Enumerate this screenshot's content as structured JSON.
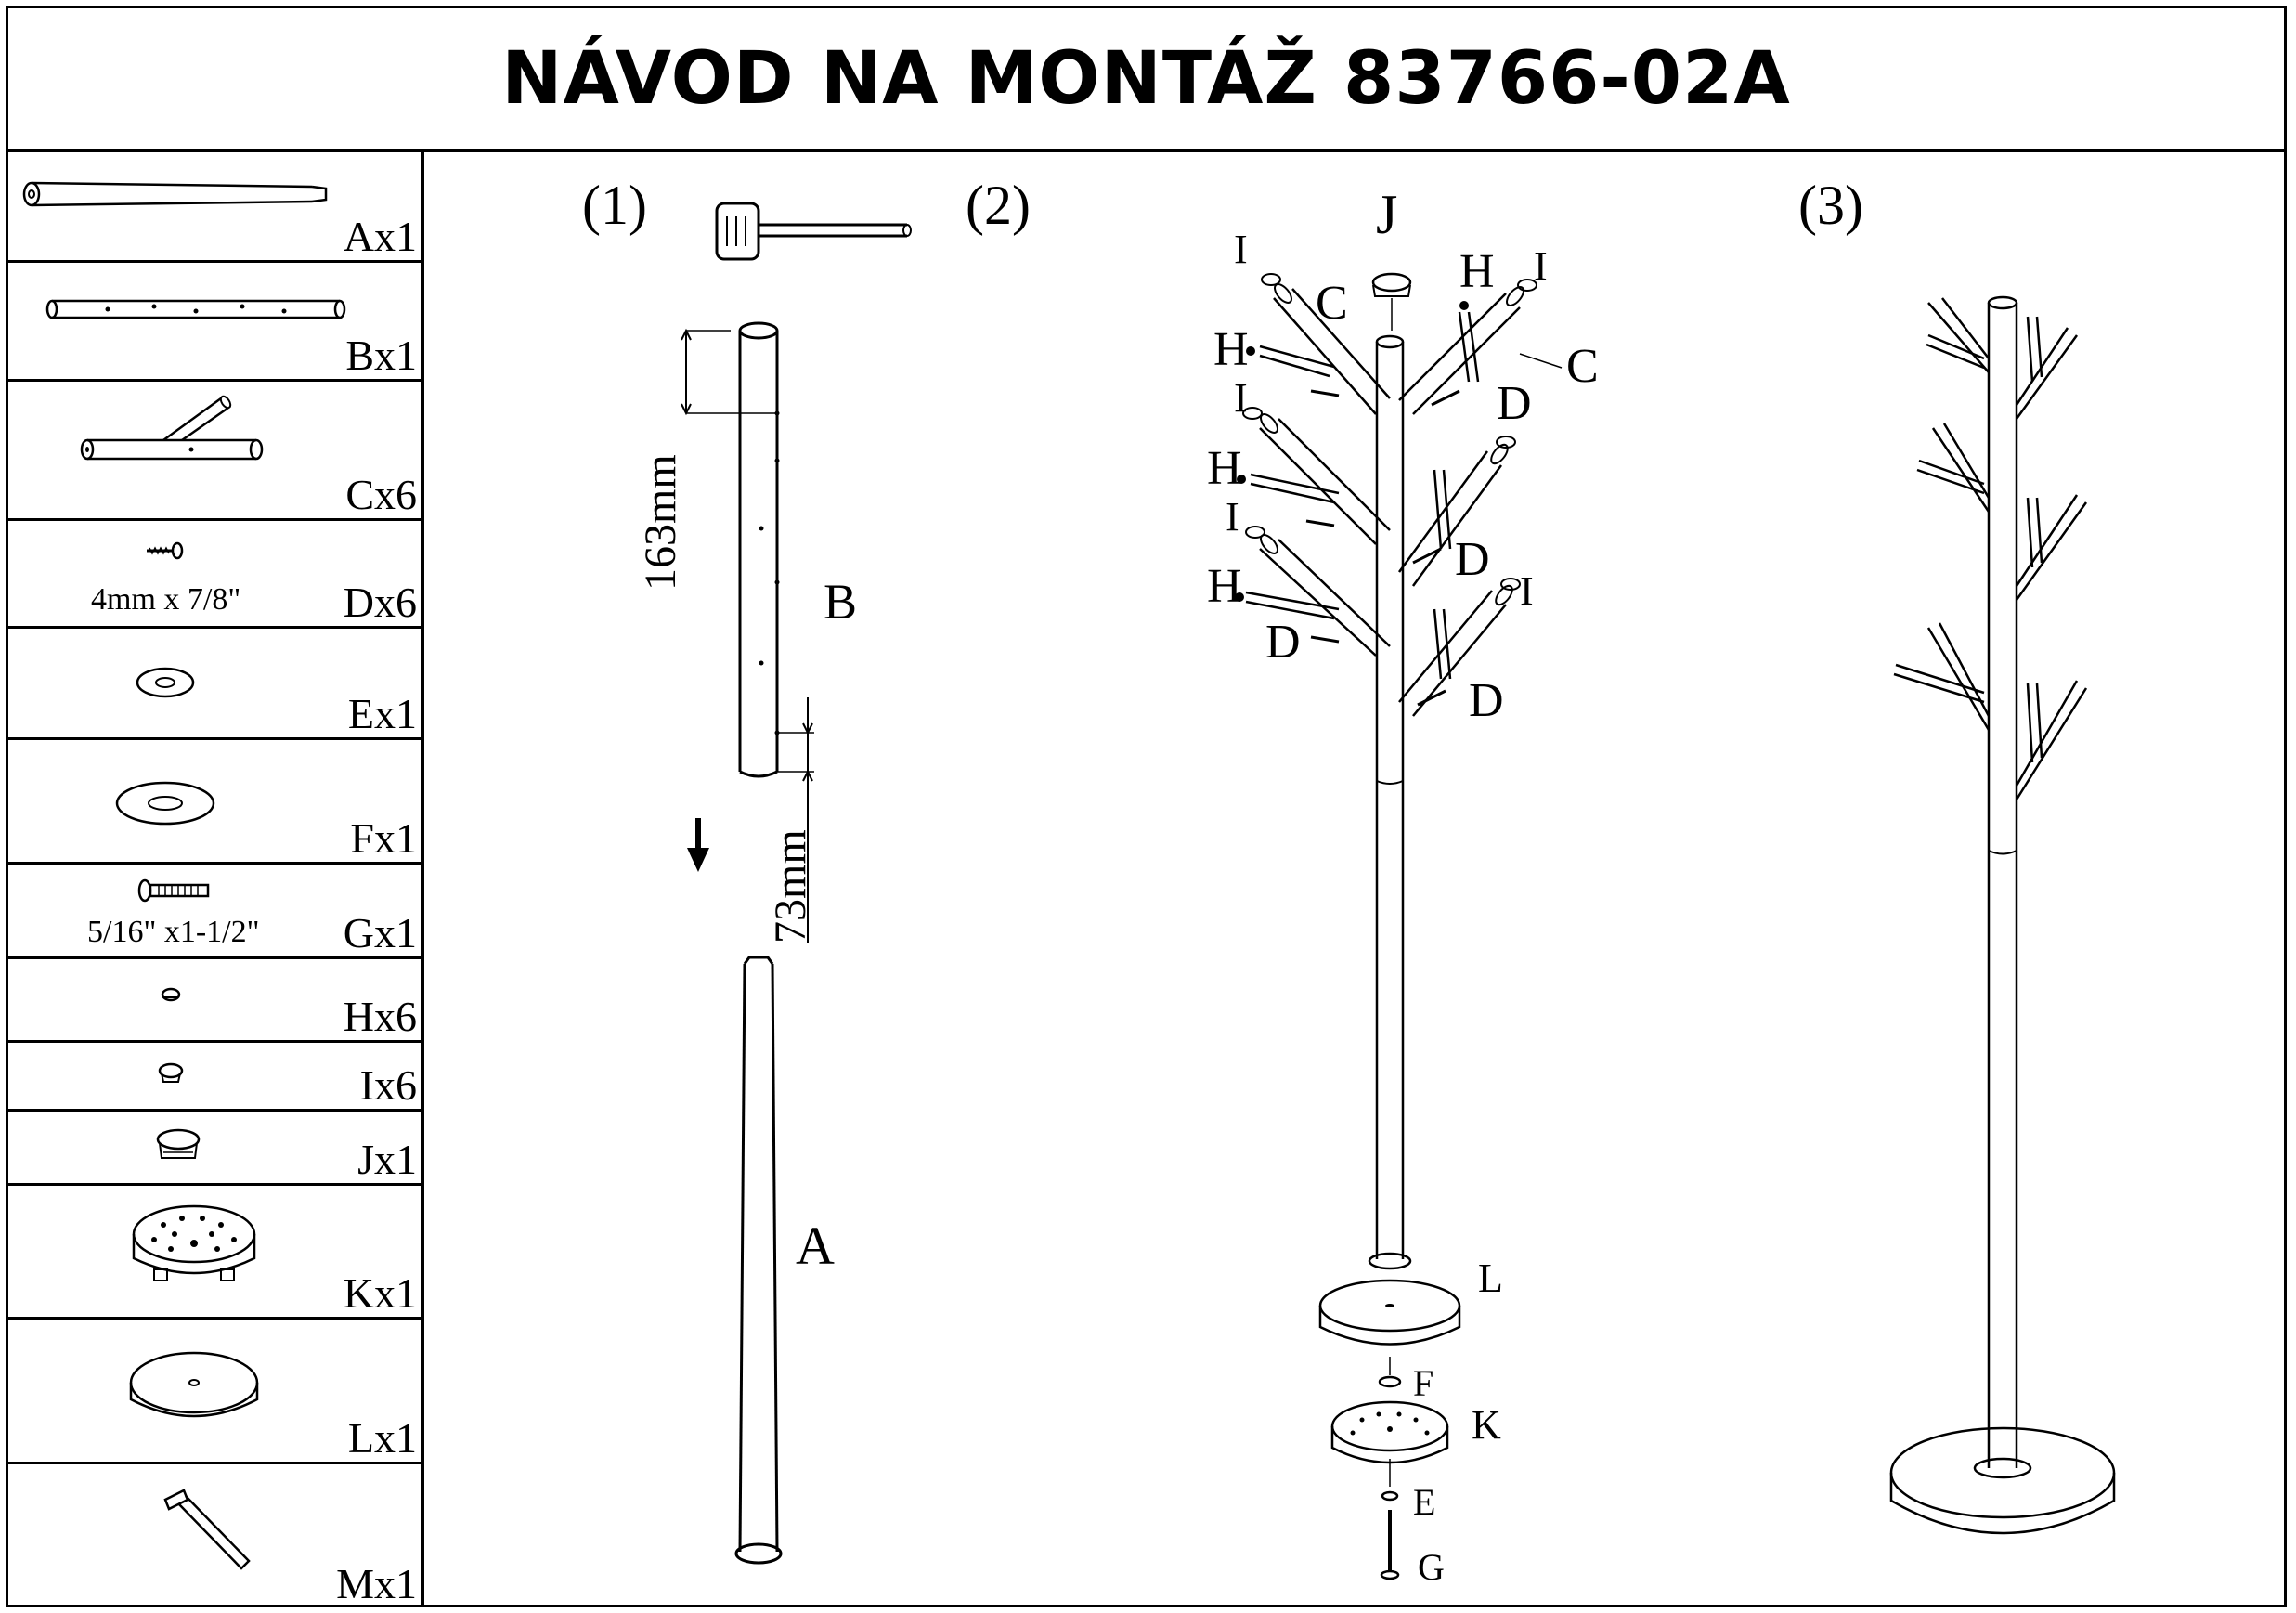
{
  "title": "NÁVOD NA MONTÁŽ  83766-02A",
  "parts": [
    {
      "label": "Ax1",
      "spec": "",
      "icon": "leg-tube-icon"
    },
    {
      "label": "Bx1",
      "spec": "",
      "icon": "upper-tube-icon"
    },
    {
      "label": "Cx6",
      "spec": "",
      "icon": "branch-arm-icon"
    },
    {
      "label": "Dx6",
      "spec": "4mm x 7/8\"",
      "icon": "screw-icon"
    },
    {
      "label": "Ex1",
      "spec": "",
      "icon": "small-washer-icon"
    },
    {
      "label": "Fx1",
      "spec": "",
      "icon": "large-washer-icon"
    },
    {
      "label": "Gx1",
      "spec": "5/16\" x1-1/2\"",
      "icon": "bolt-icon"
    },
    {
      "label": "Hx6",
      "spec": "",
      "icon": "small-cap-icon"
    },
    {
      "label": "Ix6",
      "spec": "",
      "icon": "end-cap-icon"
    },
    {
      "label": "Jx1",
      "spec": "",
      "icon": "top-cap-icon"
    },
    {
      "label": "Kx1",
      "spec": "",
      "icon": "base-plate-icon"
    },
    {
      "label": "Lx1",
      "spec": "",
      "icon": "base-disc-icon"
    },
    {
      "label": "Mx1",
      "spec": "",
      "icon": "allen-key-icon"
    }
  ],
  "steps": {
    "step1": "(1)",
    "step2": "(2)",
    "step3": "(3)"
  },
  "step1": {
    "dim_top": "163mm",
    "dim_bottom": "73mm",
    "label_b": "B",
    "label_a": "A"
  },
  "step2": {
    "label_j": "J",
    "label_c": "C",
    "label_h": "H",
    "label_i": "I",
    "label_d": "D",
    "label_l": "L",
    "label_f": "F",
    "label_k": "K",
    "label_e": "E",
    "label_g": "G"
  }
}
